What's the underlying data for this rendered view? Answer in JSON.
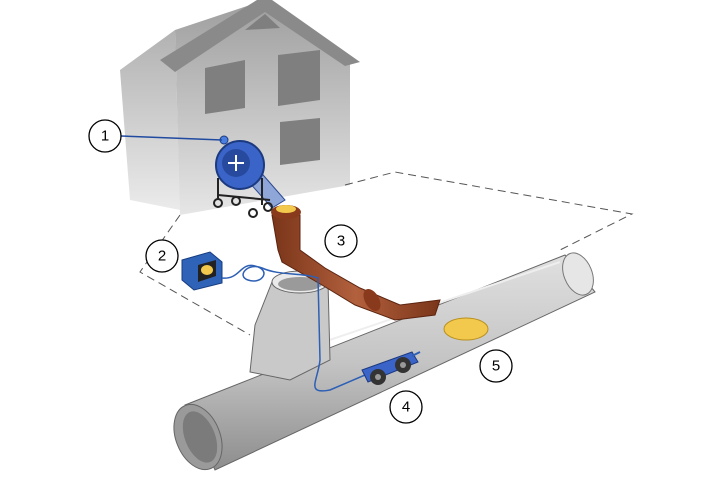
{
  "callouts": [
    {
      "label": "1"
    },
    {
      "label": "2"
    },
    {
      "label": "3"
    },
    {
      "label": "4"
    },
    {
      "label": "5"
    }
  ],
  "colors": {
    "house_wall": "#a9a9a9",
    "house_roof": "#8e8e8e",
    "house_window": "#7d7d7d",
    "pipe": "#bdbdbd",
    "pipe_dark": "#8a8a8a",
    "hose": "#9b4a2c",
    "blower": "#3a64c8",
    "monitor": "#2f63b8",
    "resin_plug": "#f2c94c",
    "cable": "#2d5fb5",
    "leader_line": "#1f4aa0"
  }
}
